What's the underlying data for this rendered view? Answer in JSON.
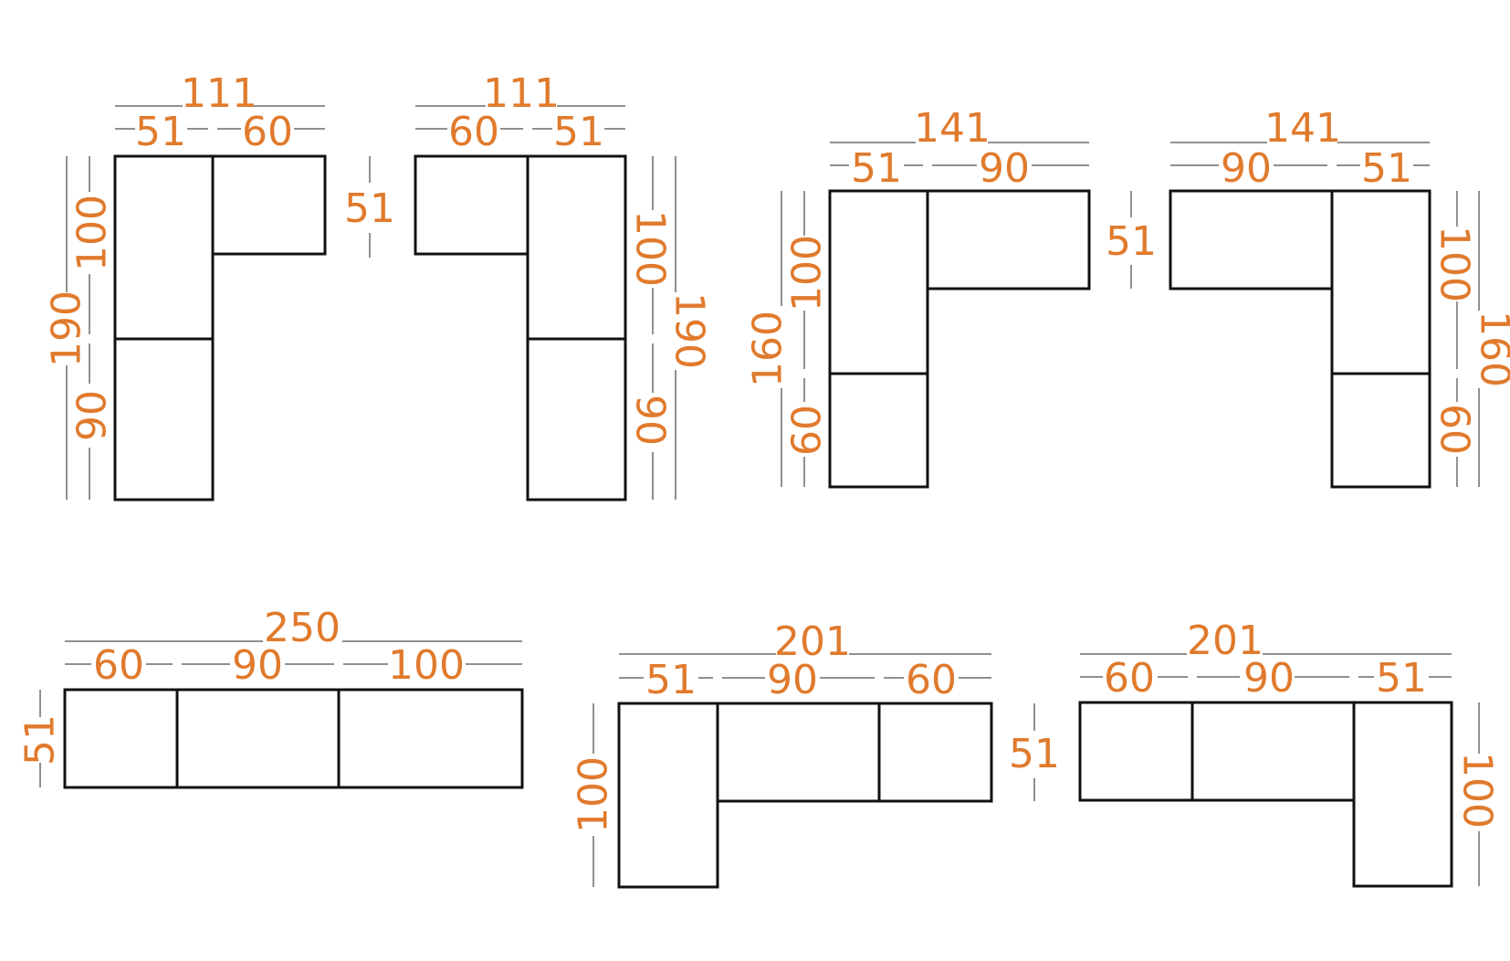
{
  "colors": {
    "dimension": "#e07a2c",
    "outline": "#111111",
    "dim_line": "#222222",
    "background": "#ffffff"
  },
  "layout_a": {
    "overall_width": "111",
    "seg_left": "51",
    "seg_right": "60",
    "depth": "51",
    "height_total": "190",
    "height_upper": "100",
    "height_lower": "90"
  },
  "layout_b": {
    "overall_width": "111",
    "seg_left": "60",
    "seg_right": "51",
    "depth": "51",
    "height_total": "190",
    "height_upper": "100",
    "height_lower": "90"
  },
  "layout_c": {
    "overall_width": "141",
    "seg_left": "51",
    "seg_right": "90",
    "depth": "51",
    "height_total": "160",
    "height_upper": "100",
    "height_lower": "60"
  },
  "layout_d": {
    "overall_width": "141",
    "seg_left": "90",
    "seg_right": "51",
    "depth": "51",
    "height_total": "160",
    "height_upper": "100",
    "height_lower": "60"
  },
  "layout_e": {
    "overall_width": "250",
    "seg_1": "60",
    "seg_2": "90",
    "seg_3": "100",
    "depth": "51"
  },
  "layout_f": {
    "overall_width": "201",
    "seg_1": "51",
    "seg_2": "90",
    "seg_3": "60",
    "depth": "51",
    "chaise_depth": "100"
  },
  "layout_g": {
    "overall_width": "201",
    "seg_1": "60",
    "seg_2": "90",
    "seg_3": "51",
    "chaise_depth": "100"
  }
}
